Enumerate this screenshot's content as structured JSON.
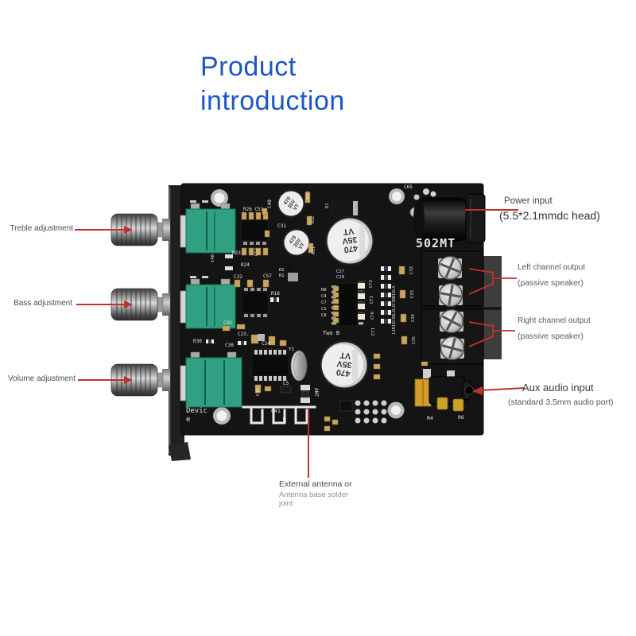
{
  "title": "Product\nintroduction",
  "colors": {
    "title_blue": "#1b57c9",
    "annotation_red": "#c0322c",
    "pot_green": "#2fa182",
    "pcb_black": "#141414"
  },
  "annotations": {
    "treble": {
      "label": "Treble adjustment"
    },
    "bass": {
      "label": "Bass adjustment"
    },
    "volume": {
      "label": "Volume adjustment"
    },
    "power": {
      "label": "Power input",
      "sub": "(5.5*2.1mmdc head)"
    },
    "left_channel": {
      "label": "Left channel output",
      "sub": "(passive speaker)"
    },
    "right_channel": {
      "label": "Right channel output",
      "sub": "(passive speaker)"
    },
    "aux": {
      "label": "Aux audio input",
      "sub": "(standard 3.5mm audio port)"
    },
    "antenna": {
      "label": "External antenna or",
      "sub": "Antenna base solder",
      "sub2": "joint"
    }
  },
  "board": {
    "model": "502MT",
    "cap_line1": "470",
    "cap_line2": "35V",
    "cap_line3": "VT",
    "silk": {
      "c65": "C65",
      "c40": "C40",
      "r13": "R13",
      "d1": "D1",
      "c31": "C31",
      "r12": "R12",
      "r11": "R11",
      "r26c51": "R26 C51",
      "r23": "R23",
      "c52": "C52",
      "r24": "R24",
      "c48": "C48",
      "c22": "C22",
      "c57": "C57",
      "r18": "R18",
      "c27": "C27",
      "c19": "C19",
      "r2": "R2",
      "r1": "R1",
      "r8": "R8",
      "c4": "C4",
      "c7": "C7",
      "c1": "C1",
      "c8": "C8",
      "ct2": "CT2",
      "ct3": "CT3",
      "ct6": "CT6",
      "ct1": "CT1",
      "lstring": "L1R14C36L2L3C38R16L4",
      "c32": "C32",
      "c33": "C33",
      "c34": "C34",
      "c35": "C35",
      "r30": "R30",
      "c45": "C45",
      "c23": "C23.",
      "c30": "C30",
      "c24": "C24",
      "y1": "Y1",
      "l5": "L5",
      "c43": "C43",
      "two_b": "Two B",
      "devic": "Devic",
      "e": "e",
      "c41": "C41",
      "bt": "BT",
      "ant": "ANT",
      "r4": "R4",
      "r6": "R6"
    }
  }
}
